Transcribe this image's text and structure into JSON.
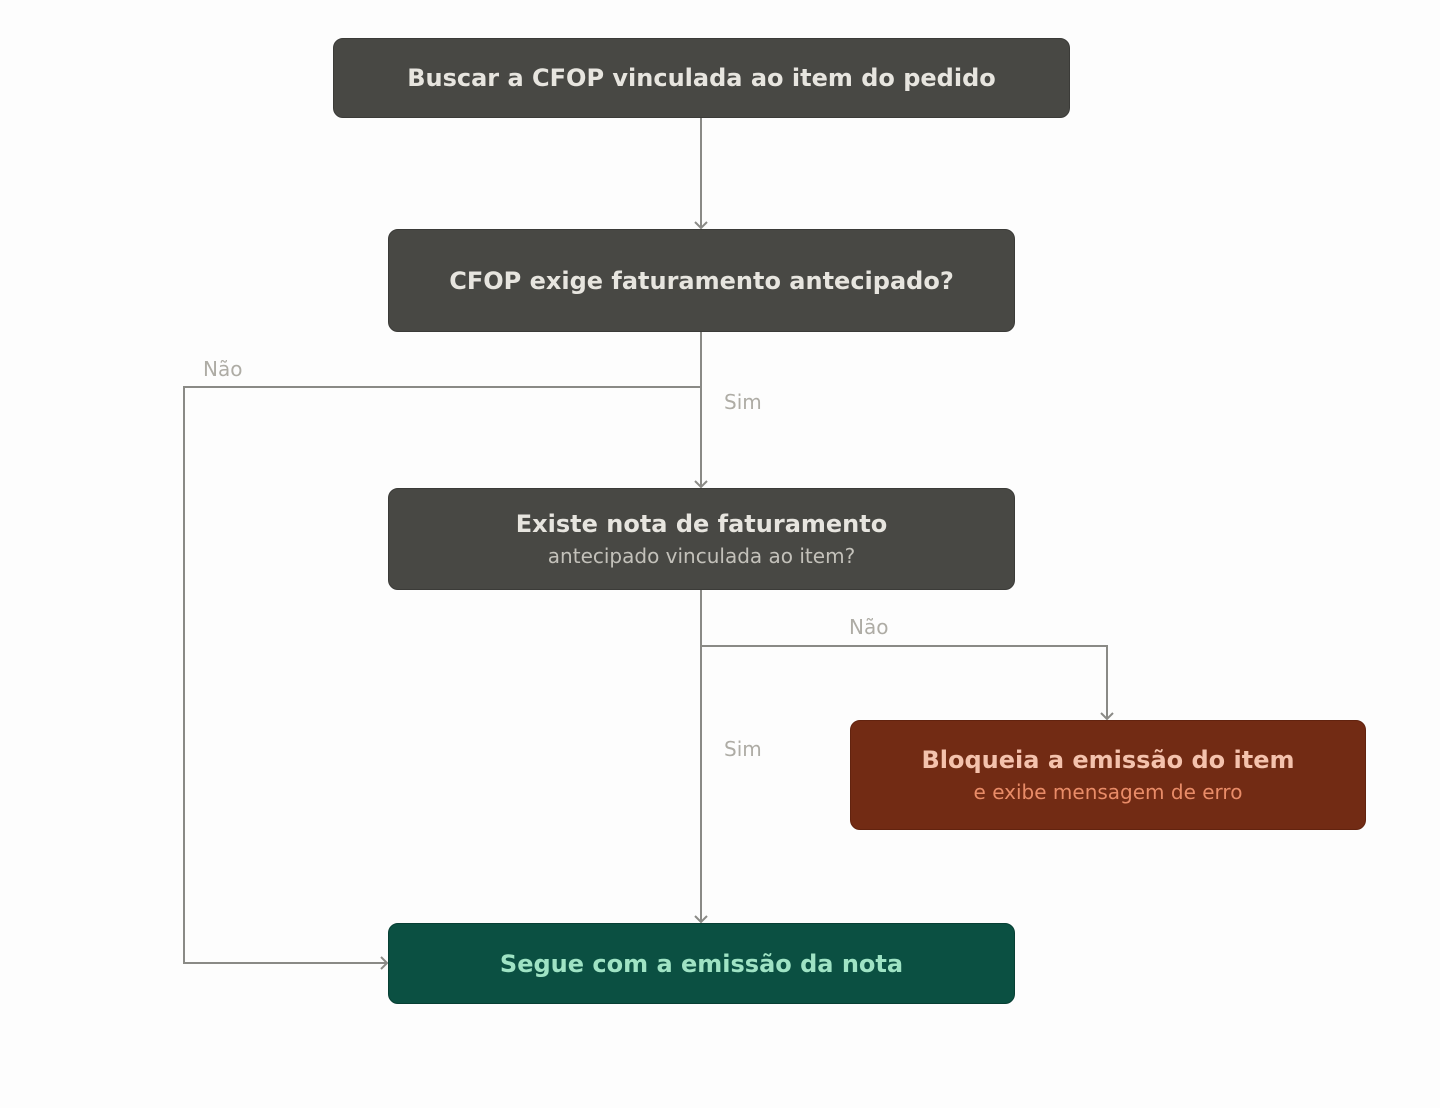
{
  "nodes": {
    "n1": {
      "title": "Buscar a CFOP vinculada ao item do pedido"
    },
    "n2": {
      "title": "CFOP exige faturamento antecipado?"
    },
    "n3": {
      "title": "Existe nota de faturamento",
      "subtitle": "antecipado vinculada ao item?"
    },
    "n4": {
      "title": "Bloqueia a emissão do item",
      "subtitle": "e exibe mensagem de erro"
    },
    "n5": {
      "title": "Segue com a emissão da nota"
    }
  },
  "edges": {
    "n2_no": "Não",
    "n2_yes": "Sim",
    "n3_no": "Não",
    "n3_yes": "Sim"
  },
  "colors": {
    "process": "#484844",
    "error": "#722b14",
    "success": "#0b5042",
    "connector": "#8a8a86"
  }
}
